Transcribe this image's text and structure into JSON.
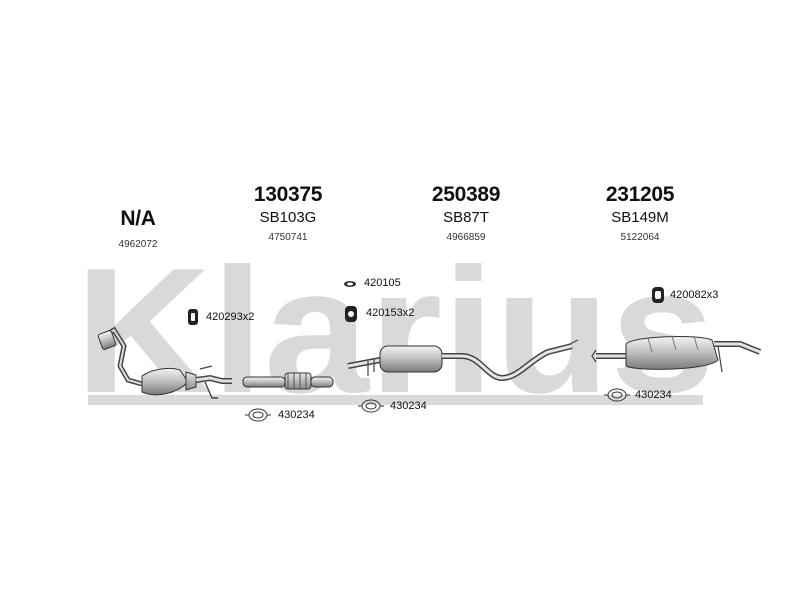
{
  "watermark": {
    "text": "Klarius",
    "color": "#d8d8d8"
  },
  "columns": [
    {
      "number": "N/A",
      "code": "",
      "ref": "4962072"
    },
    {
      "number": "130375",
      "code": "SB103G",
      "ref": "4750741"
    },
    {
      "number": "250389",
      "code": "SB87T",
      "ref": "4966859"
    },
    {
      "number": "231205",
      "code": "SB149M",
      "ref": "5122064"
    }
  ],
  "callouts": {
    "c1": "420293x2",
    "c2": "430234",
    "c3": "420105",
    "c4": "420153x2",
    "c5": "430234",
    "c6": "420082x3",
    "c7": "430234"
  }
}
